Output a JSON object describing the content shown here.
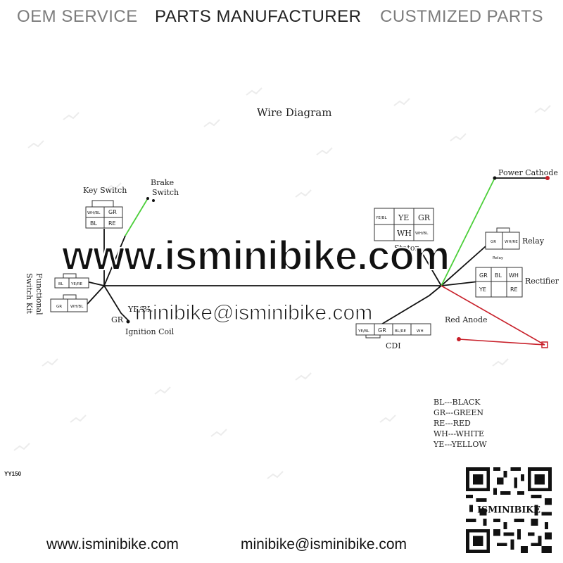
{
  "header": {
    "left": "OEM SERVICE",
    "middle": "PARTS MANUFACTURER",
    "right": "CUSTMIZED PARTS"
  },
  "diagram": {
    "title": "Wire Diagram",
    "components": {
      "key_switch": "Key Switch",
      "brake_switch_1": "Brake",
      "brake_switch_2": "Switch",
      "functional_switch_1": "Functional",
      "functional_switch_2": "Switch Kit",
      "ignition_coil": "Ignition Coil",
      "stator": "Stator",
      "cdi": "CDI",
      "relay": "Relay",
      "relay_small": "Relay",
      "rectifier": "Rectifier",
      "power_cathode": "Power Cathode",
      "red_anode": "Red Anode"
    },
    "pins": {
      "key_wh_bl": "WH/BL",
      "key_gr": "GR",
      "key_bl": "BL",
      "key_re": "RE",
      "func_bl": "BL",
      "func_ye_re": "YE/RE",
      "func_gr": "GR",
      "func_wh_bl": "WH/BL",
      "coil_ye": "YE/BL",
      "coil_gr": "GR",
      "stator_ye_bl": "YE/BL",
      "stator_ye": "YE",
      "stator_gr": "GR",
      "stator_wh": "WH",
      "stator_wh_bl": "WH/BL",
      "cdi_ye_bl": "YE/BL",
      "cdi_gr": "GR",
      "cdi_bl_re": "BL/RE",
      "cdi_wh": "WH",
      "relay_gr": "GR",
      "relay_wh_re": "WH/RE",
      "rect_gr": "GR",
      "rect_bl": "BL",
      "rect_wh": "WH",
      "rect_ye": "YE",
      "rect_re": "RE"
    },
    "wire_colors": {
      "black": "#111111",
      "green": "#4ccf3a",
      "red": "#c8202a"
    },
    "model": "YY150"
  },
  "watermark": {
    "url": "www.isminibike.com",
    "email": "minibike@isminibike.com"
  },
  "legend": [
    "BL---BLACK",
    "GR---GREEN",
    "RE---RED",
    "WH---WHITE",
    "YE---YELLOW"
  ],
  "footer": {
    "url": "www.isminibike.com",
    "email": "minibike@isminibike.com",
    "qr_label": "ISMINIBIKE",
    "qr_icon": "qr-code-icon"
  }
}
